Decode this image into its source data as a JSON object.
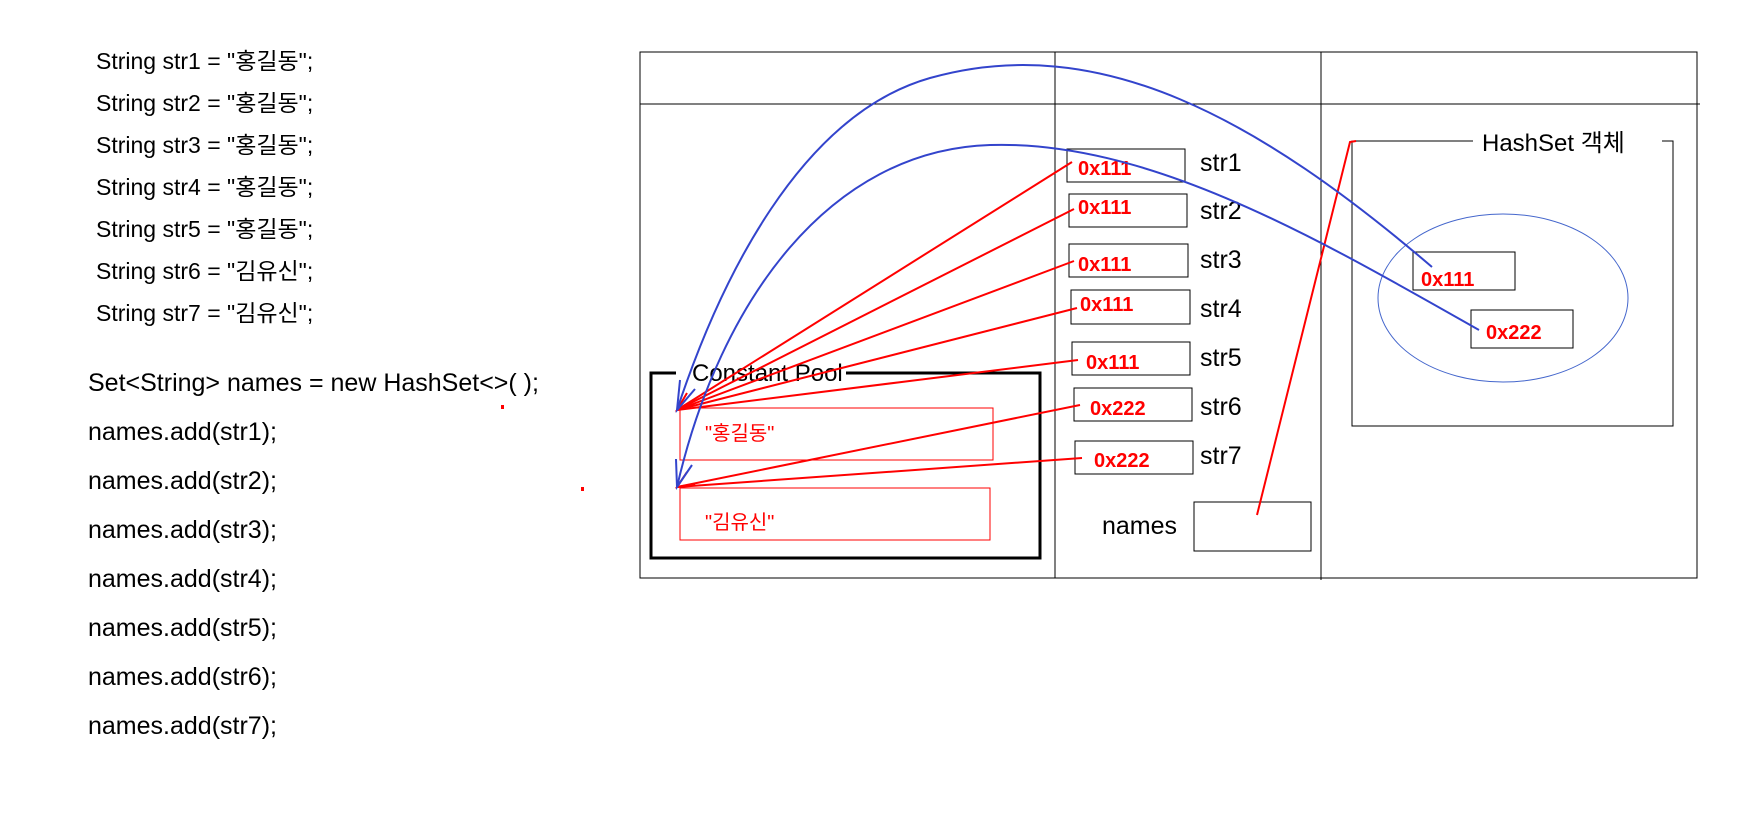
{
  "code": {
    "declarations": [
      "String str1 = \"홍길동\";",
      "String str2 = \"홍길동\";",
      "String str3 = \"홍길동\";",
      "String str4 = \"홍길동\";",
      "String str5 = \"홍길동\";",
      "String str6 = \"김유신\";",
      "String str7 = \"김유신\";"
    ],
    "set_decl": "Set<String> names = new HashSet<>( );",
    "adds": [
      "names.add(str1);",
      "names.add(str2);",
      "names.add(str3);",
      "names.add(str4);",
      "names.add(str5);",
      "names.add(str6);",
      "names.add(str7);"
    ]
  },
  "memory": {
    "constant_pool": {
      "title": "Constant Pool",
      "strings": [
        "\"홍길동\"",
        "\"김유신\""
      ]
    },
    "variables": [
      {
        "name": "str1",
        "address": "0x111"
      },
      {
        "name": "str2",
        "address": "0x111"
      },
      {
        "name": "str3",
        "address": "0x111"
      },
      {
        "name": "str4",
        "address": "0x111"
      },
      {
        "name": "str5",
        "address": "0x111"
      },
      {
        "name": "str6",
        "address": "0x222"
      },
      {
        "name": "str7",
        "address": "0x222"
      }
    ],
    "names_var": {
      "name": "names"
    },
    "hashset": {
      "title": "HashSet 객체",
      "entries": [
        "0x111",
        "0x222"
      ]
    }
  },
  "colors": {
    "reference_arrow": "#ff0000",
    "set_arrow": "#3344cc",
    "pool_box": "#ff0000",
    "ellipse": "#4466cc"
  }
}
